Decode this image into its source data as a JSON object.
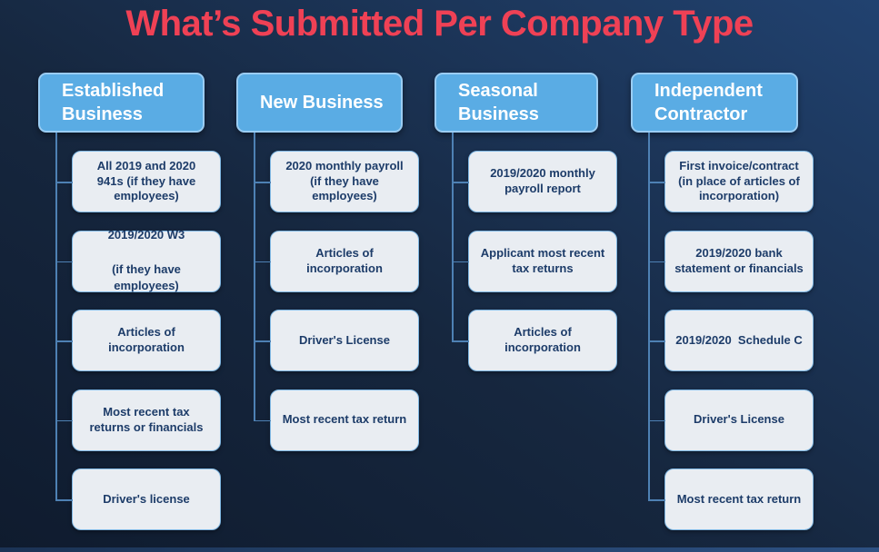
{
  "title": "What’s Submitted Per Company Type",
  "colors": {
    "title_red": "#ef4155",
    "header_blue": "#5aace4",
    "header_border": "#9bcdf3",
    "header_text": "#ffffff",
    "box_fill": "#e9edf2",
    "box_border": "#7fb7e3",
    "box_text": "#1d3c69",
    "connector": "#4e81b4"
  },
  "columns": [
    {
      "header": "Established Business",
      "items": [
        "All 2019 and 2020\n941s (if they have\nemployees)",
        "2019/2020 W3\n\n(if they have\nemployees)",
        "Articles of\nincorporation",
        "Most recent tax\nreturns or financials",
        "Driver's license"
      ]
    },
    {
      "header": "New Business",
      "items": [
        "2020 monthly payroll\n(if they have\nemployees)",
        "Articles of\nincorporation",
        "Driver's License",
        "Most recent tax return"
      ]
    },
    {
      "header": "Seasonal Business",
      "items": [
        "2019/2020 monthly\npayroll report",
        "Applicant most recent\ntax returns",
        "Articles of\nincorporation"
      ]
    },
    {
      "header": "Independent Contractor",
      "items": [
        "First invoice/contract\n(in place of articles of\nincorporation)",
        "2019/2020 bank\nstatement or financials",
        "2019/2020  Schedule C",
        "Driver's License",
        "Most recent tax return"
      ]
    }
  ]
}
